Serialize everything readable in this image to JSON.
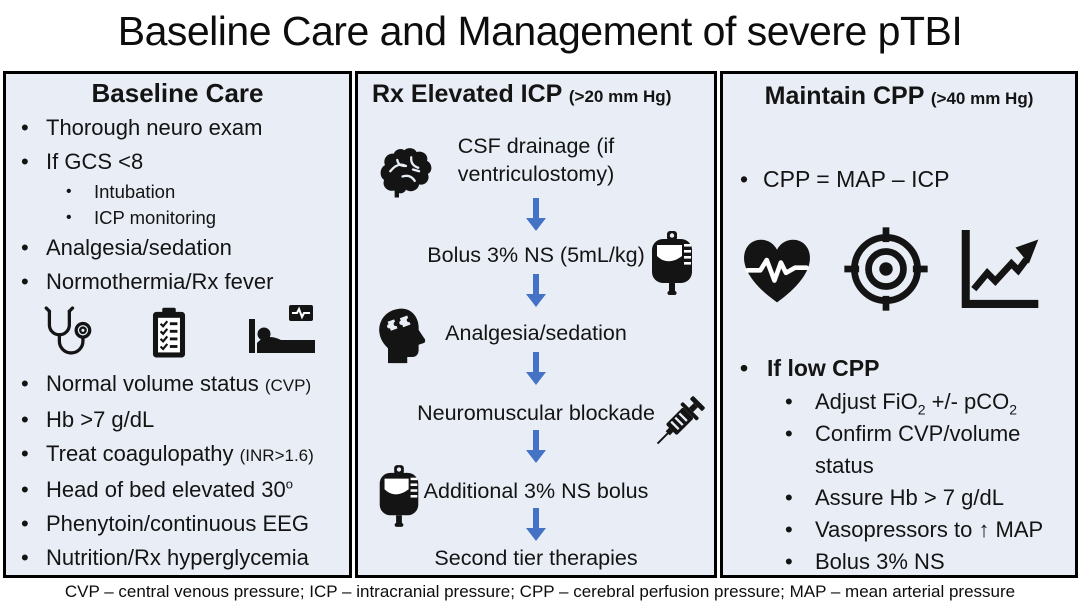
{
  "title": "Baseline Care and Management of severe pTBI",
  "footer": "CVP – central venous pressure; ICP – intracranial pressure; CPP – cerebral perfusion pressure; MAP – mean arterial pressure",
  "colors": {
    "panel_bg": "#E9EEF6",
    "border": "#000000",
    "arrow_blue": "#4472C4",
    "icon_black": "#141414"
  },
  "panels": {
    "baseline": {
      "title": "Baseline Care",
      "icons": [
        "stethoscope-icon",
        "checklist-icon",
        "patient-bed-icon"
      ],
      "items": [
        {
          "text": "Thorough neuro exam"
        },
        {
          "text": "If GCS <8"
        },
        {
          "text": "Intubation",
          "level": 2
        },
        {
          "text": "ICP monitoring",
          "level": 2
        },
        {
          "text": "Analgesia/sedation"
        },
        {
          "text": "Normothermia/Rx fever"
        },
        {
          "text": "Normal volume status ",
          "paren": "(CVP)"
        },
        {
          "text": "Hb >7 g/dL"
        },
        {
          "text": "Treat coagulopathy ",
          "paren": "(INR>1.6)"
        },
        {
          "text": "Head of bed elevated 30",
          "sup": "o"
        },
        {
          "text": "Phenytoin/continuous EEG"
        },
        {
          "text": "Nutrition/Rx hyperglycemia"
        }
      ]
    },
    "icp": {
      "title": "Rx Elevated ICP",
      "threshold": "(>20 mm Hg)",
      "steps": [
        {
          "label": "CSF drainage (if ventriculostomy)",
          "icon": "brain-icon",
          "icon_side": "left"
        },
        {
          "label": "Bolus 3% NS (5mL/kg)",
          "icon": "iv-bag-icon",
          "icon_side": "right"
        },
        {
          "label": "Analgesia/sedation",
          "icon": "head-puzzle-icon",
          "icon_side": "left"
        },
        {
          "label": "Neuromuscular blockade",
          "icon": "syringe-icon",
          "icon_side": "right"
        },
        {
          "label": "Additional 3% NS bolus",
          "icon": "iv-bag-icon",
          "icon_side": "left"
        },
        {
          "label": "Second tier therapies"
        }
      ]
    },
    "cpp": {
      "title": "Maintain CPP",
      "threshold": "(>40 mm Hg)",
      "formula": "CPP = MAP – ICP",
      "icons": [
        "heart-pulse-icon",
        "target-icon",
        "chart-increase-icon"
      ],
      "low_cpp_heading": "If low CPP",
      "low_cpp_items": {
        "adjust": {
          "pre": "Adjust FiO",
          "sub1": "2",
          "mid": " +/- pCO",
          "sub2": "2"
        },
        "confirm": "Confirm CVP/volume status",
        "assure": "Assure Hb > 7 g/dL",
        "vasopressors": "Vasopressors to ↑ MAP",
        "bolus": "Bolus 3% NS"
      }
    }
  }
}
